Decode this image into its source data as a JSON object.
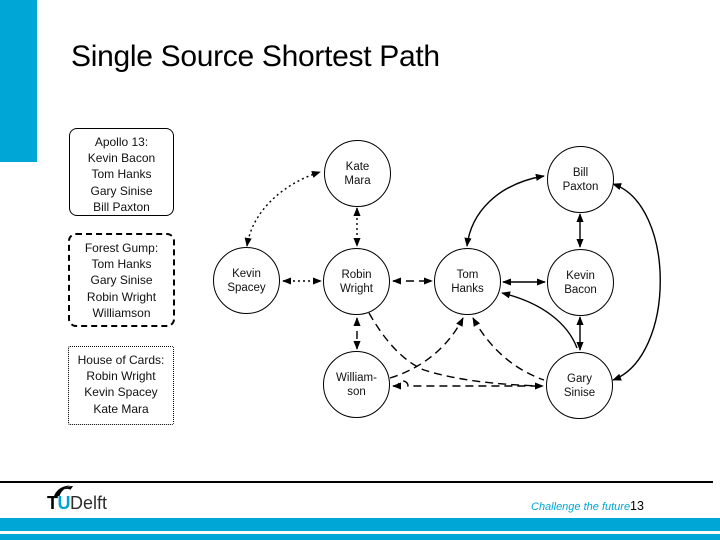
{
  "slide": {
    "title": "Single Source Shortest Path",
    "accent_color": "#00A6D6",
    "footer": {
      "logo": {
        "t": "T",
        "u": "U",
        "delft": "Delft"
      },
      "tagline": "Challenge the future",
      "page_number": "13"
    }
  },
  "diagram": {
    "movie_boxes": [
      {
        "title": "Apollo 13:",
        "cast": [
          "Kevin Bacon",
          "Tom Hanks",
          "Gary Sinise",
          "Bill Paxton"
        ],
        "edge_style": "solid"
      },
      {
        "title": "Forest Gump:",
        "cast": [
          "Tom Hanks",
          "Gary Sinise",
          "Robin Wright",
          "Williamson"
        ],
        "edge_style": "dashed"
      },
      {
        "title": "House of Cards:",
        "cast": [
          "Robin Wright",
          "Kevin Spacey",
          "Kate Mara"
        ],
        "edge_style": "dotted"
      }
    ],
    "nodes": [
      {
        "id": "kate-mara",
        "label": "Kate\nMara"
      },
      {
        "id": "bill-paxton",
        "label": "Bill\nPaxton"
      },
      {
        "id": "kevin-spacey",
        "label": "Kevin\nSpacey"
      },
      {
        "id": "robin-wright",
        "label": "Robin\nWright"
      },
      {
        "id": "tom-hanks",
        "label": "Tom\nHanks"
      },
      {
        "id": "kevin-bacon",
        "label": "Kevin\nBacon"
      },
      {
        "id": "williamson",
        "label": "William-\nson"
      },
      {
        "id": "gary-sinise",
        "label": "Gary\nSinise"
      }
    ],
    "edges": [
      {
        "from": "kevin-spacey",
        "to": "kate-mara",
        "style": "dotted",
        "movie": "House of Cards",
        "bidirectional": true
      },
      {
        "from": "kate-mara",
        "to": "robin-wright",
        "style": "dotted",
        "movie": "House of Cards",
        "bidirectional": true
      },
      {
        "from": "kevin-spacey",
        "to": "robin-wright",
        "style": "dotted",
        "movie": "House of Cards",
        "bidirectional": true
      },
      {
        "from": "robin-wright",
        "to": "tom-hanks",
        "style": "dashed",
        "movie": "Forest Gump",
        "bidirectional": true
      },
      {
        "from": "robin-wright",
        "to": "williamson",
        "style": "dashed",
        "movie": "Forest Gump",
        "bidirectional": true
      },
      {
        "from": "williamson",
        "to": "gary-sinise",
        "style": "dashed",
        "movie": "Forest Gump",
        "bidirectional": true
      },
      {
        "from": "williamson",
        "to": "tom-hanks",
        "style": "dashed",
        "movie": "Forest Gump",
        "bidirectional": true
      },
      {
        "from": "gary-sinise",
        "to": "tom-hanks",
        "style": "dashed",
        "movie": "Forest Gump",
        "bidirectional": true
      },
      {
        "from": "robin-wright",
        "to": "gary-sinise",
        "style": "dashed",
        "movie": "Forest Gump",
        "bidirectional": true
      },
      {
        "from": "tom-hanks",
        "to": "kevin-bacon",
        "style": "solid",
        "movie": "Apollo 13",
        "bidirectional": true
      },
      {
        "from": "bill-paxton",
        "to": "kevin-bacon",
        "style": "solid",
        "movie": "Apollo 13",
        "bidirectional": true
      },
      {
        "from": "kevin-bacon",
        "to": "gary-sinise",
        "style": "solid",
        "movie": "Apollo 13",
        "bidirectional": true
      },
      {
        "from": "tom-hanks",
        "to": "bill-paxton",
        "style": "solid",
        "movie": "Apollo 13",
        "bidirectional": true
      },
      {
        "from": "gary-sinise",
        "to": "bill-paxton",
        "style": "solid",
        "movie": "Apollo 13",
        "bidirectional": true
      },
      {
        "from": "tom-hanks",
        "to": "gary-sinise",
        "style": "solid",
        "movie": "Apollo 13",
        "bidirectional": true
      }
    ]
  }
}
